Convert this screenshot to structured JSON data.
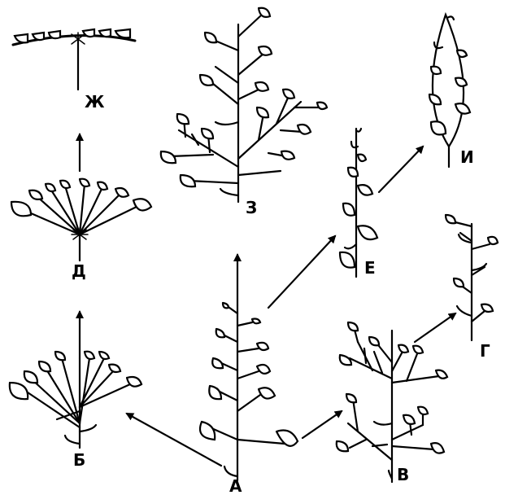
{
  "diagram": {
    "labels": {
      "A": "А",
      "B": "Б",
      "V": "В",
      "G": "Г",
      "D": "Д",
      "E": "Е",
      "ZH": "Ж",
      "Z": "З",
      "I": "И"
    },
    "colors": {
      "ink": "#000000",
      "paper": "#ffffff"
    }
  }
}
